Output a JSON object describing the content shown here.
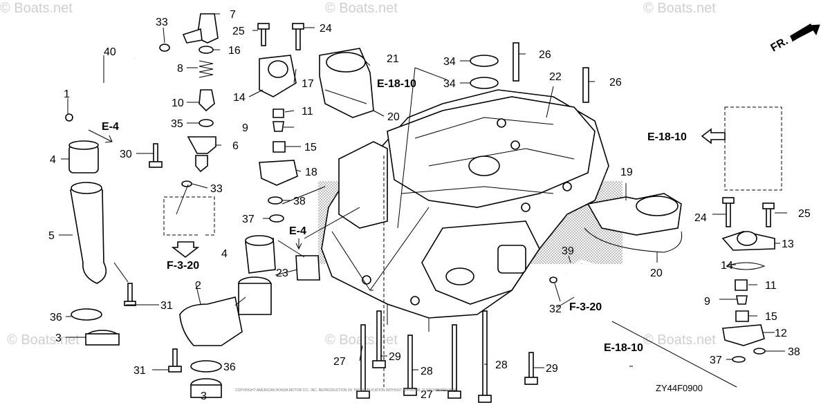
{
  "watermark": "© Boats.net",
  "diagram_code": "ZY44F0900",
  "direction_label": "FR.",
  "copyright_note": "COPYRIGHT AMERICAN HONDA MOTOR CO., INC. REPRODUCTION OF THIS PUBLICATION WITHOUT APPROVAL IS PROHIBITED 2004",
  "callouts": [
    "1",
    "2",
    "3",
    "4",
    "5",
    "6",
    "7",
    "8",
    "9",
    "10",
    "11",
    "12",
    "13",
    "14",
    "15",
    "16",
    "17",
    "18",
    "19",
    "20",
    "21",
    "22",
    "23",
    "24",
    "25",
    "26",
    "27",
    "28",
    "29",
    "30",
    "31",
    "32",
    "33",
    "34",
    "35",
    "36",
    "37",
    "38",
    "39",
    "40"
  ],
  "section_refs": [
    "E-4",
    "E-18-10",
    "F-3-20"
  ]
}
